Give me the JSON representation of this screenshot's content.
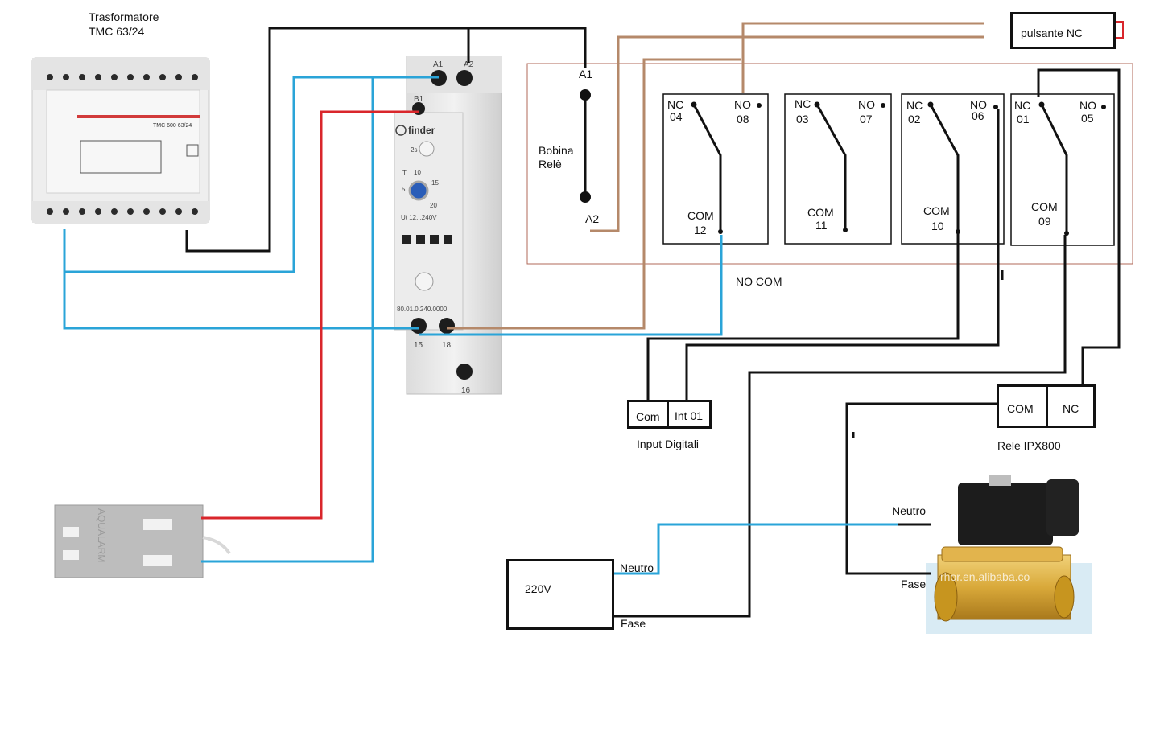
{
  "transformer": {
    "title_line1": "Trasformatore",
    "title_line2": "TMC 63/24",
    "brand": "TMC 600 63/24"
  },
  "timer_relay": {
    "brand": "finder",
    "top_terminals": [
      "A1",
      "A2"
    ],
    "b_terminal": "B1",
    "bottom_terminals": [
      "15",
      "18"
    ],
    "lowest_terminal": "16",
    "model": "80.01.0.240.0000",
    "rating": "Ut 12...240V",
    "scale": [
      "T",
      "10",
      "15",
      "5",
      "20",
      "2s"
    ]
  },
  "sensor": {
    "brand": "AQUALARM"
  },
  "coil": {
    "a1": "A1",
    "a2": "A2",
    "label_line1": "Bobina",
    "label_line2": "Relè"
  },
  "contacts": [
    {
      "nc": "NC",
      "nc_num": "04",
      "no": "NO",
      "no_num": "08",
      "com": "COM",
      "com_num": "12"
    },
    {
      "nc": "NC",
      "nc_num": "03",
      "no": "NO",
      "no_num": "07",
      "com": "COM",
      "com_num": "11"
    },
    {
      "nc": "NC",
      "nc_num": "02",
      "no": "NO",
      "no_num": "06",
      "com": "COM",
      "com_num": "10"
    },
    {
      "nc": "NC",
      "nc_num": "01",
      "no": "NO",
      "no_num": "05",
      "com": "COM",
      "com_num": "09"
    }
  ],
  "button": {
    "label": "pulsante  NC"
  },
  "no_com_label": "NO  COM",
  "digital_inputs": {
    "com": "Com",
    "int": "Int 01",
    "caption": "Input Digitali"
  },
  "ipx_relay": {
    "com": "COM",
    "nc": "NC",
    "caption": "Rele IPX800"
  },
  "power": {
    "label": "220V",
    "neutral": "Neutro",
    "phase": "Fase"
  },
  "valve": {
    "neutral": "Neutro",
    "phase": "Fase",
    "watermark": "rhor.en.alibaba.co"
  },
  "colors": {
    "black": "#111111",
    "blue": "#2aa4d8",
    "red": "#d9262b",
    "brown": "#b5896a",
    "board": "#b06a5a"
  }
}
